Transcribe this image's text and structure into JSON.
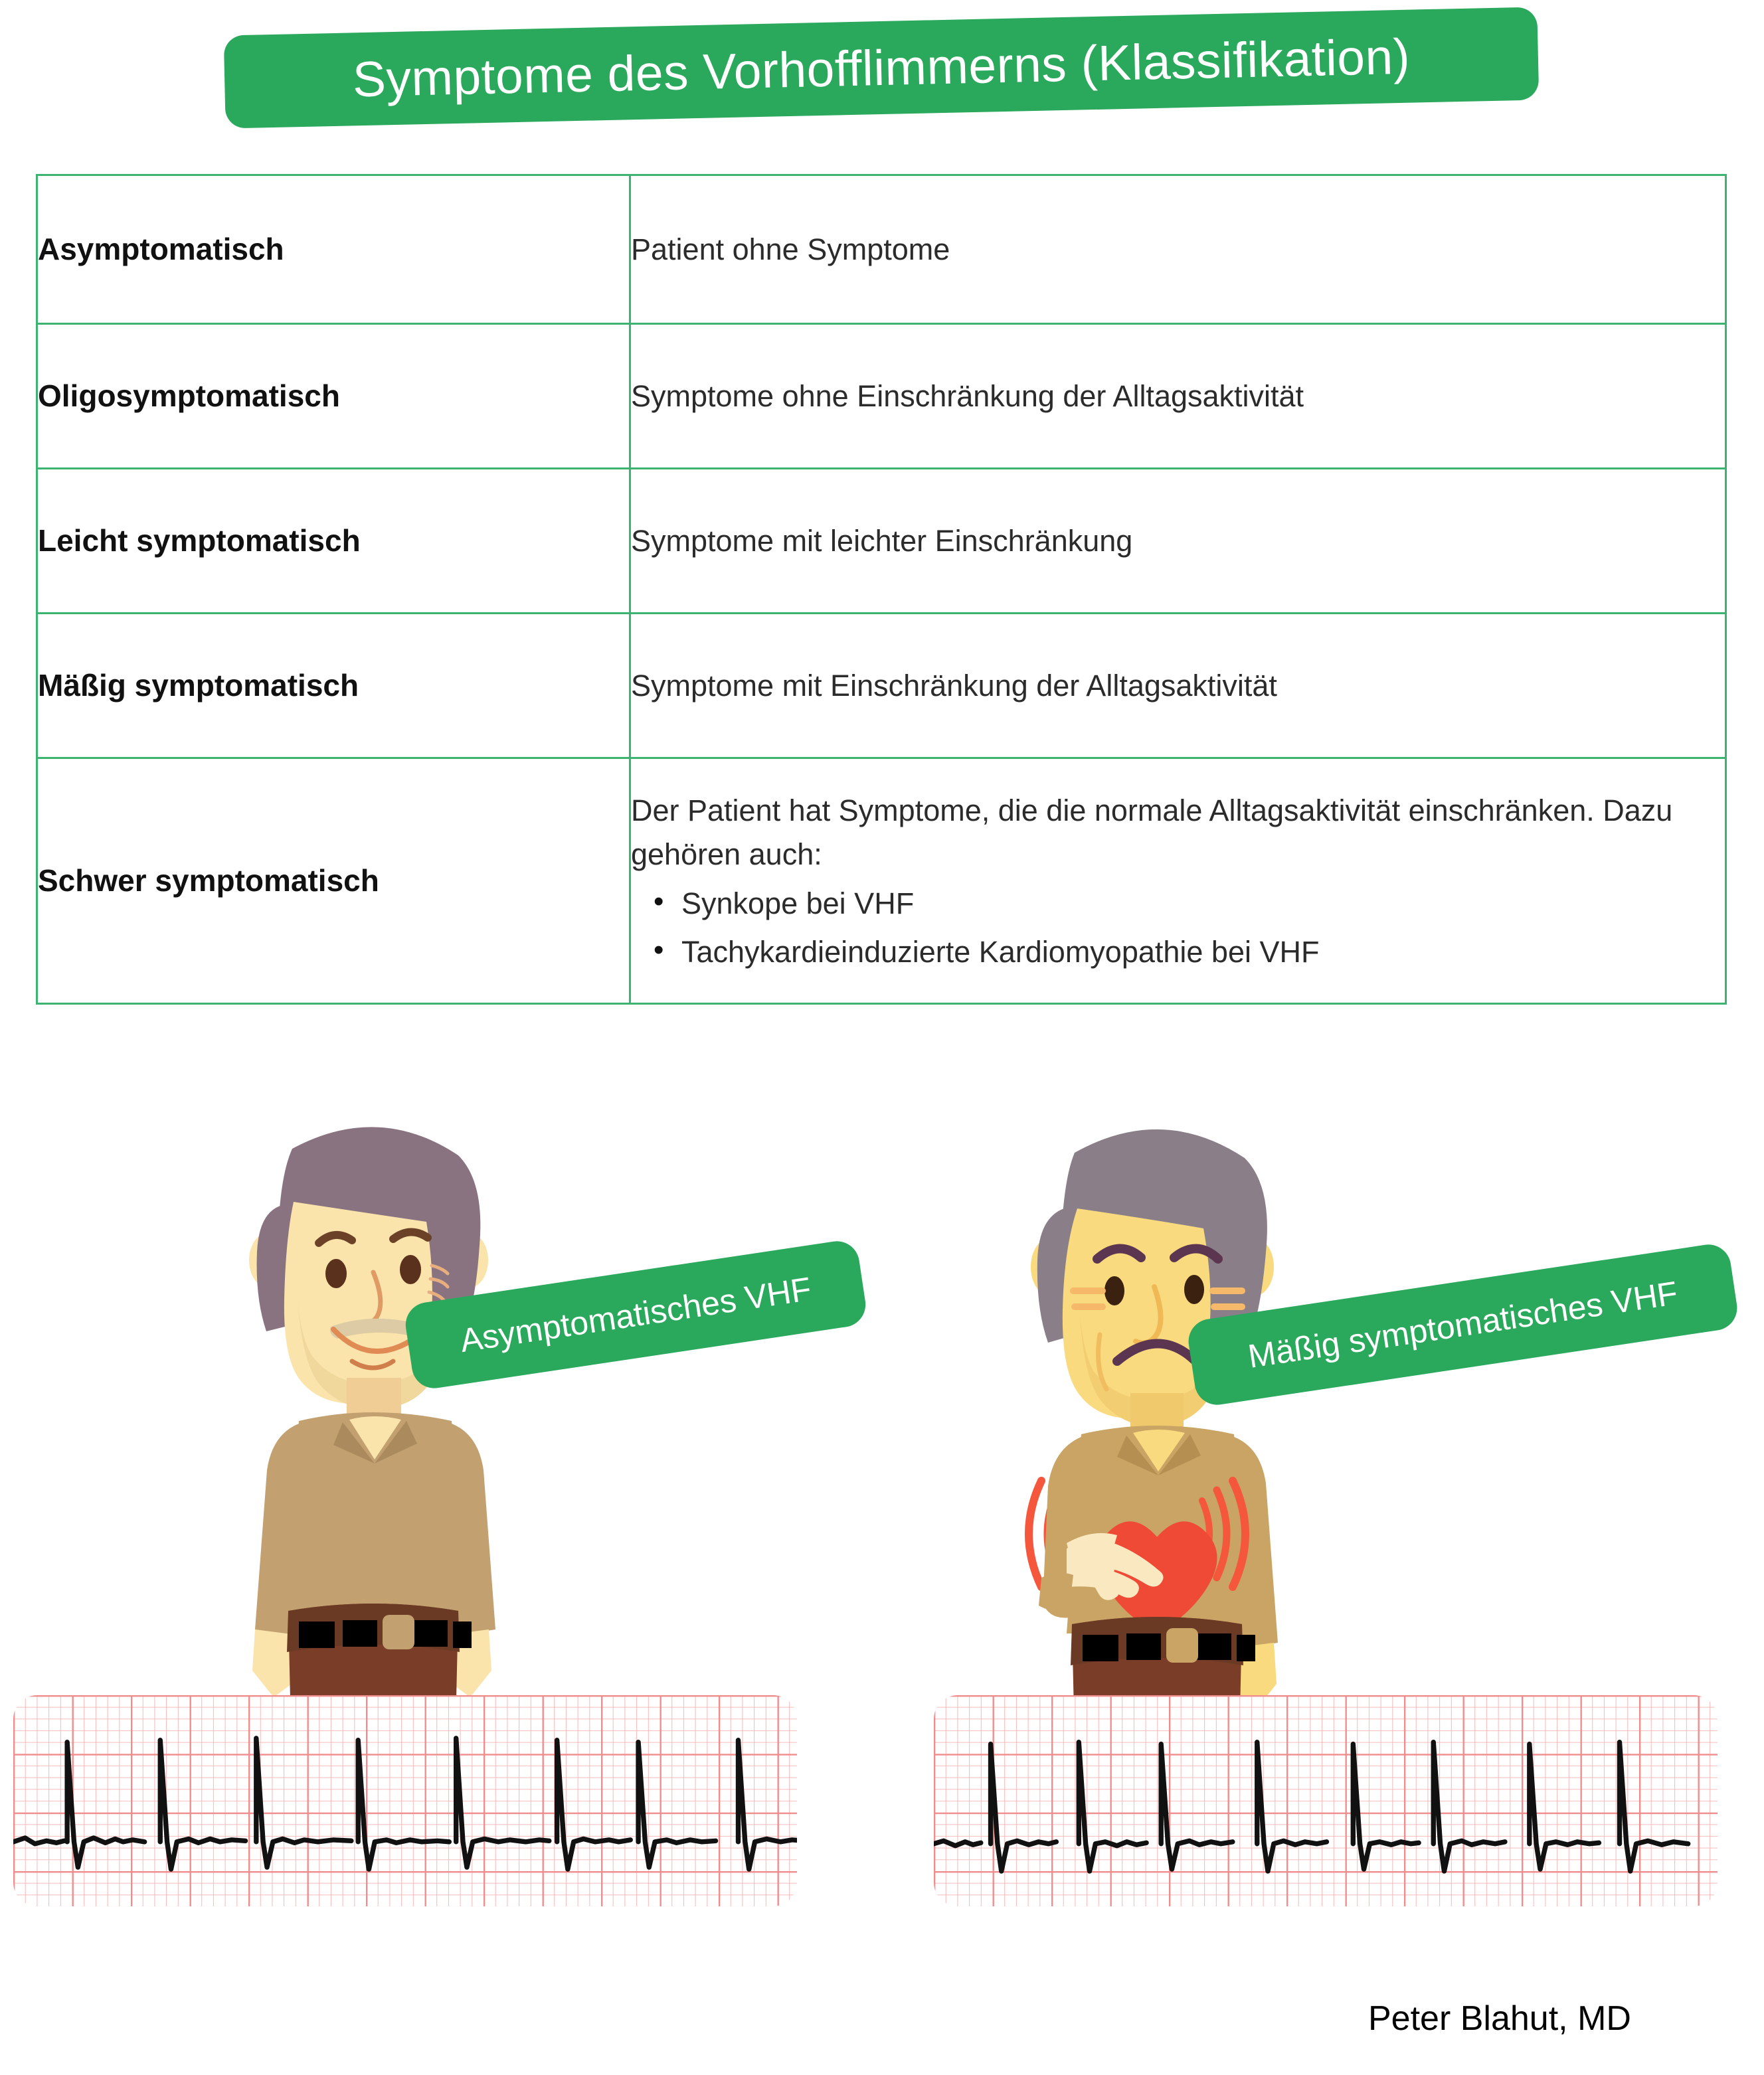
{
  "title": {
    "text": "Symptome des Vorhofflimmerns (Klassifikation)"
  },
  "table": {
    "rows": [
      {
        "term": "Asymptomatisch",
        "description": "Patient ohne Symptome",
        "bullets": []
      },
      {
        "term": "Oligosymptomatisch",
        "description": "Symptome ohne Einschränkung der Alltagsaktivität",
        "bullets": []
      },
      {
        "term": "Leicht symptomatisch",
        "description": "Symptome mit leichter Einschränkung",
        "bullets": []
      },
      {
        "term": "Mäßig symptomatisch",
        "description": "Symptome mit Einschränkung der Alltagsaktivität",
        "bullets": []
      },
      {
        "term": "Schwer symptomatisch",
        "description": "Der Patient hat Symptome, die die normale Alltagsaktivität einschränken. Dazu gehören auch:",
        "bullets": [
          "Synkope bei VHF",
          "Tachykardieinduzierte Kardiomyopathie bei VHF"
        ]
      }
    ]
  },
  "figures": {
    "left": {
      "callout": "Asymptomatisches VHF",
      "expression": "smiling",
      "hair_color": "#8a7380",
      "skin_color": "#fae4ab",
      "shirt_color": "#c2a070",
      "pants_color": "#7a3d28"
    },
    "right": {
      "callout": "Mäßig symptomatisches VHF",
      "expression": "worried",
      "hair_color": "#8a7f88",
      "skin_color": "#fada7e",
      "shirt_color": "#c9a464",
      "pants_color": "#7a3d28",
      "heart_color": "#ef4a35",
      "pain_wave_color": "#f4573c"
    }
  },
  "ecg": {
    "grid_color": "#f4a0a0",
    "trace_color": "#111111",
    "left_rhythm": "irregular",
    "right_rhythm": "irregular",
    "left_r_positions": [
      55,
      150,
      248,
      352,
      452,
      555,
      638,
      740
    ],
    "right_r_positions": [
      58,
      148,
      232,
      330,
      428,
      510,
      608,
      700
    ]
  },
  "colors": {
    "brand_green": "#2aa85c",
    "table_border_green": "#3cb371",
    "text_dark": "#2b2b2b"
  },
  "signature": {
    "text": "Peter Blahut, MD"
  }
}
